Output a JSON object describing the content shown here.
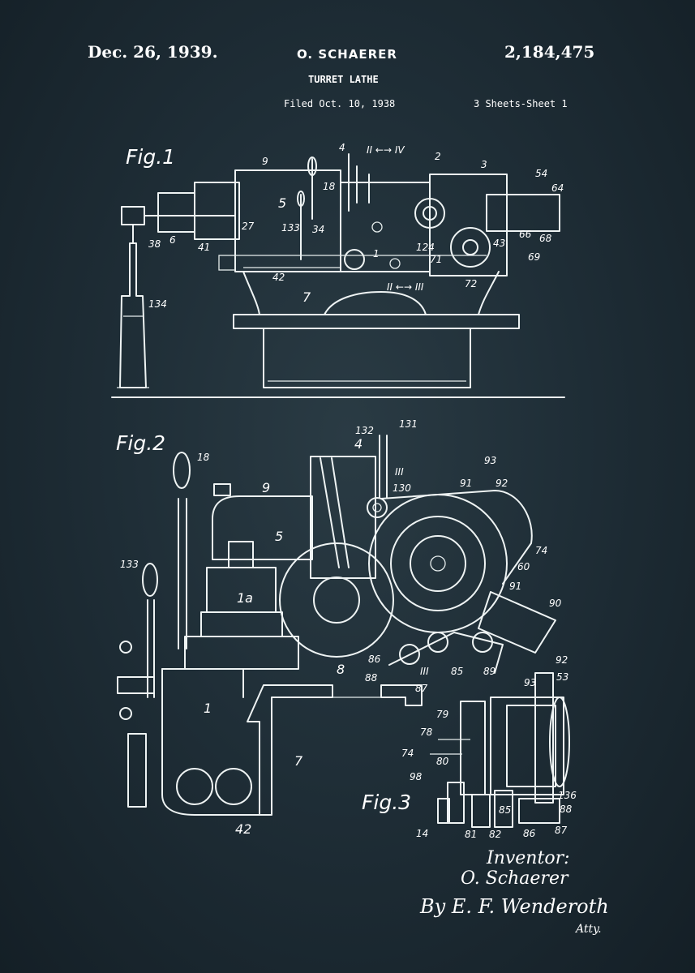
{
  "header": {
    "date": "Dec. 26, 1939.",
    "inventor": "O. SCHAERER",
    "patent_number": "2,184,475",
    "title": "TURRET LATHE",
    "filed": "Filed Oct. 10, 1938",
    "sheets": "3 Sheets-Sheet 1"
  },
  "figures": {
    "fig1": "Fig.1",
    "fig2": "Fig.2",
    "fig3": "Fig.3"
  },
  "fig1_labels": {
    "n4": "4",
    "sec_top": "II ←→ IV",
    "n2": "2",
    "n9": "9",
    "n3": "3",
    "n54": "54",
    "n64": "64",
    "n5": "5",
    "n18": "18",
    "n27": "27",
    "n133": "133",
    "n34": "34",
    "n6": "6",
    "n38": "38",
    "n41": "41",
    "n1": "1",
    "n124": "124",
    "n71": "71",
    "n43": "43",
    "n66": "66",
    "n68": "68",
    "n69": "69",
    "n42": "42",
    "sec_bottom": "II ←→ III",
    "n72": "72",
    "n7": "7",
    "n134": "134"
  },
  "fig2_labels": {
    "n18": "18",
    "n4": "4",
    "n132": "132",
    "n131": "131",
    "n9": "9",
    "sec3": "III",
    "n130": "130",
    "n93": "93",
    "n91a": "91",
    "n92": "92",
    "n5": "5",
    "n74": "74",
    "n60": "60",
    "n1a": "1a",
    "n91b": "91",
    "n90": "90",
    "n133": "133",
    "n86": "86",
    "n88": "88",
    "n8": "8",
    "n85": "85",
    "n89": "89",
    "sec3b": "III",
    "n87": "87",
    "n1": "1",
    "n7": "7",
    "n42": "42"
  },
  "fig3_labels": {
    "n92": "92",
    "n93": "93",
    "n53": "53",
    "n79": "79",
    "n78": "78",
    "n74": "74",
    "n80": "80",
    "n98": "98",
    "n136": "136",
    "n88": "88",
    "n85": "85",
    "n14": "14",
    "n81": "81",
    "n82": "82",
    "n86": "86",
    "n87": "87"
  },
  "signature": {
    "line1": "Inventor:",
    "line2": "O. Schaerer",
    "line3": "By E. F. Wenderoth",
    "line4": "Atty."
  }
}
